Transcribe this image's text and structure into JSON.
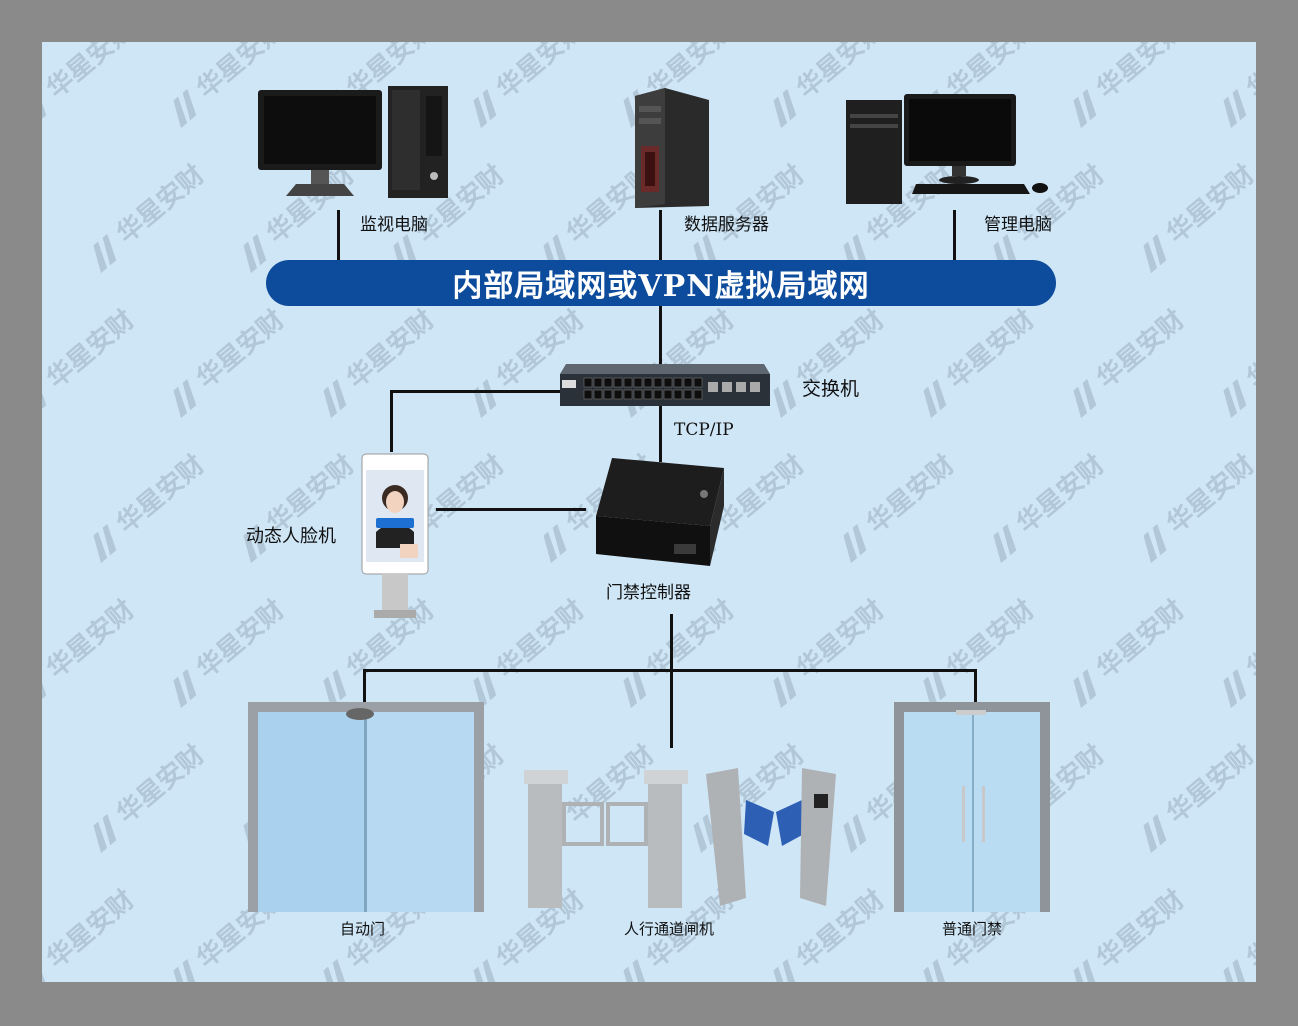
{
  "network": {
    "lan_title": "内部局域网或VPN虚拟局域网",
    "protocol_label": "TCP/IP"
  },
  "devices": {
    "monitor_pc": "监视电脑",
    "data_server": "数据服务器",
    "management_pc": "管理电脑",
    "switch": "交换机",
    "face_terminal": "动态人脸机",
    "access_controller": "门禁控制器",
    "auto_door": "自动门",
    "pedestrian_gate": "人行通道闸机",
    "normal_access": "普通门禁"
  },
  "watermark": "华星安财",
  "colors": {
    "background": "#cfe6f7",
    "frame": "#8a8a8a",
    "lan_bar": "#0d4c9c",
    "wire": "#111111"
  }
}
